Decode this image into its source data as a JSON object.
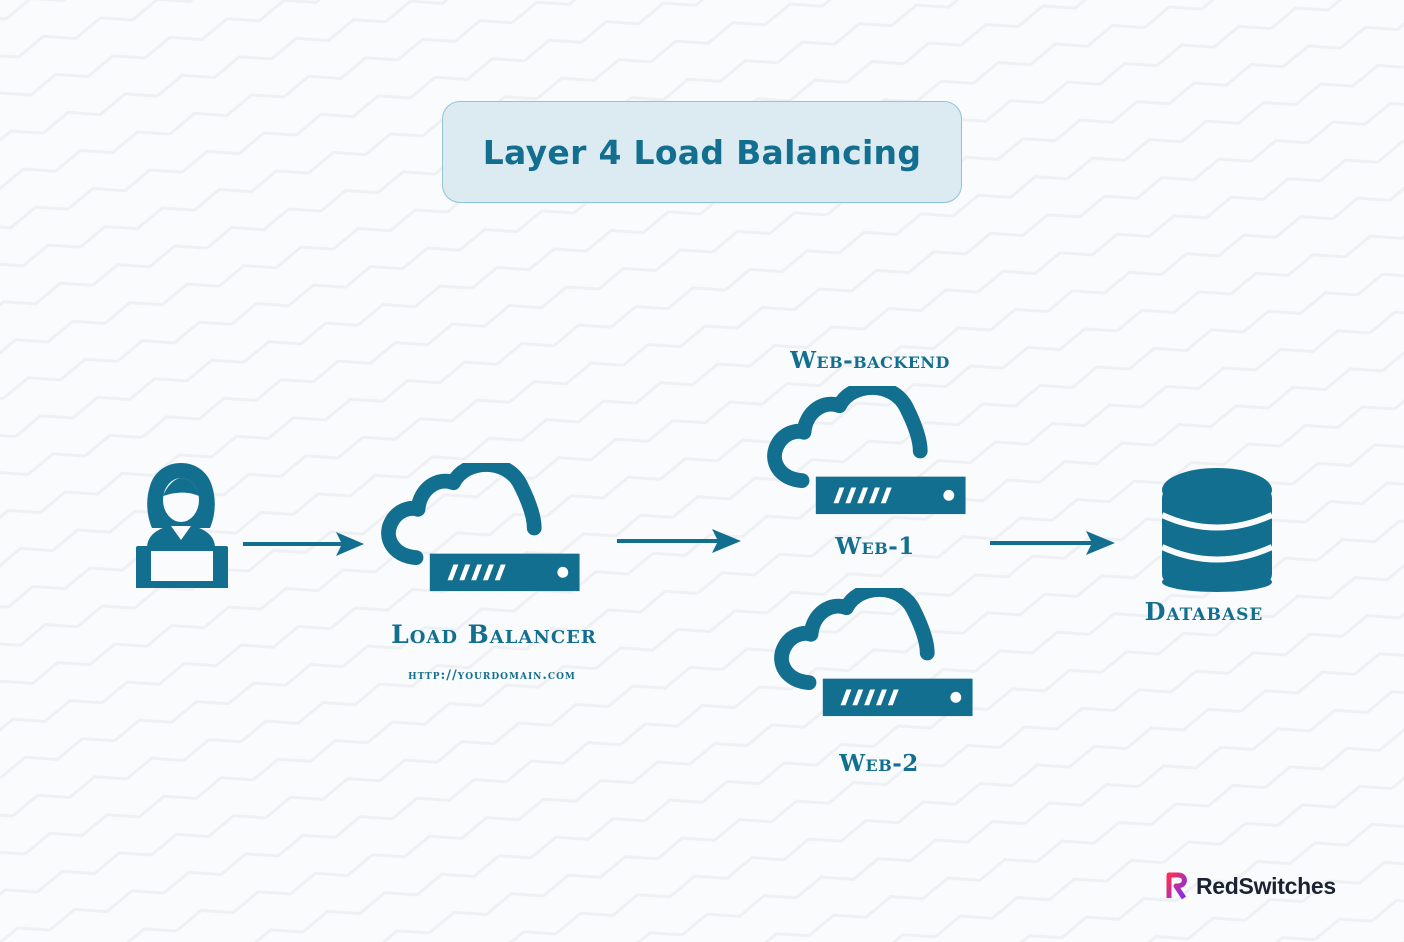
{
  "title": "Layer 4 Load Balancing",
  "nodes": {
    "load_balancer": {
      "label": "Load Balancer",
      "url": "http://yourdomain.com"
    },
    "backend_group": {
      "label": "Web-backend"
    },
    "web1": {
      "label": "Web-1"
    },
    "web2": {
      "label": "Web-2"
    },
    "database": {
      "label": "Database"
    }
  },
  "edges": [
    {
      "from": "user",
      "to": "load_balancer"
    },
    {
      "from": "load_balancer",
      "to": "backend_group"
    },
    {
      "from": "backend_group",
      "to": "database"
    }
  ],
  "icons": [
    "user-at-laptop-icon",
    "cloud-server-icon",
    "database-icon"
  ],
  "brand": {
    "name": "RedSwitches"
  },
  "colors": {
    "primary": "#136f8f",
    "title_bg": "#dcebf2",
    "title_border": "#8fc3d6",
    "background": "#fafbfc",
    "brand_red": "#ff2d55",
    "brand_purple": "#7b2ff7"
  }
}
